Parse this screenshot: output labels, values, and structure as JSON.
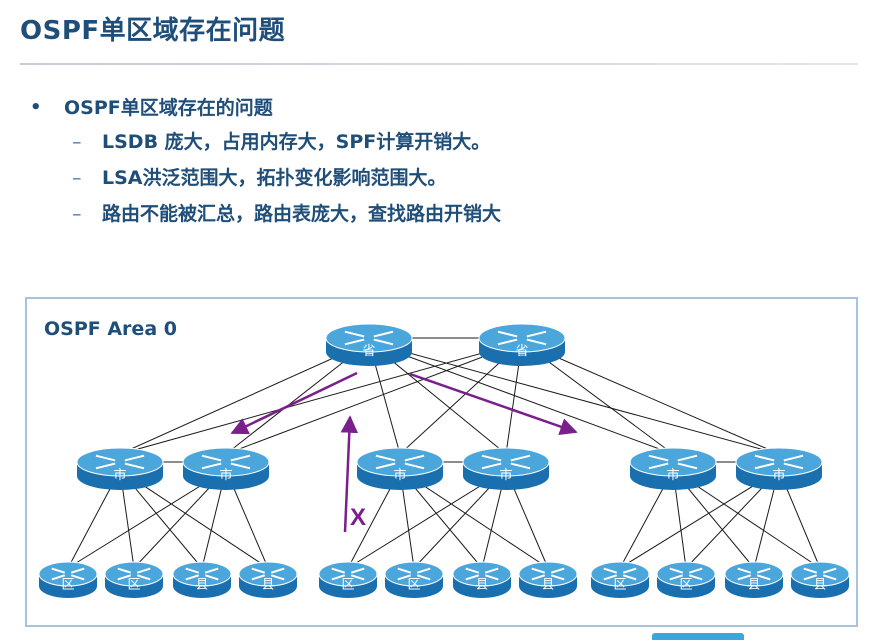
{
  "title": "OSPF单区域存在问题",
  "bullets": {
    "main": "OSPF单区域存在的问题",
    "subs": [
      "LSDB 庞大，占用内存大，SPF计算开销大。",
      "LSA洪泛范围大，拓扑变化影响范围大。",
      "路由不能被汇总，路由表庞大，查找路由开销大"
    ]
  },
  "diagram": {
    "area_label": "OSPF Area 0",
    "cross_mark": "X",
    "core_routers": [
      {
        "label": "省"
      },
      {
        "label": "省"
      }
    ],
    "city_routers": [
      {
        "label": "市"
      },
      {
        "label": "市"
      },
      {
        "label": "市"
      },
      {
        "label": "市"
      },
      {
        "label": "市"
      },
      {
        "label": "市"
      }
    ],
    "access_routers": [
      {
        "label": "区"
      },
      {
        "label": "区"
      },
      {
        "label": "县"
      },
      {
        "label": "县"
      },
      {
        "label": "区"
      },
      {
        "label": "区"
      },
      {
        "label": "县"
      },
      {
        "label": "县"
      },
      {
        "label": "区"
      },
      {
        "label": "区"
      },
      {
        "label": "县"
      },
      {
        "label": "县"
      }
    ],
    "colors": {
      "router_top": "#4ba6dc",
      "router_side": "#1a6fae",
      "link": "#1a1a1a",
      "arrow": "#7a1f8c"
    }
  }
}
